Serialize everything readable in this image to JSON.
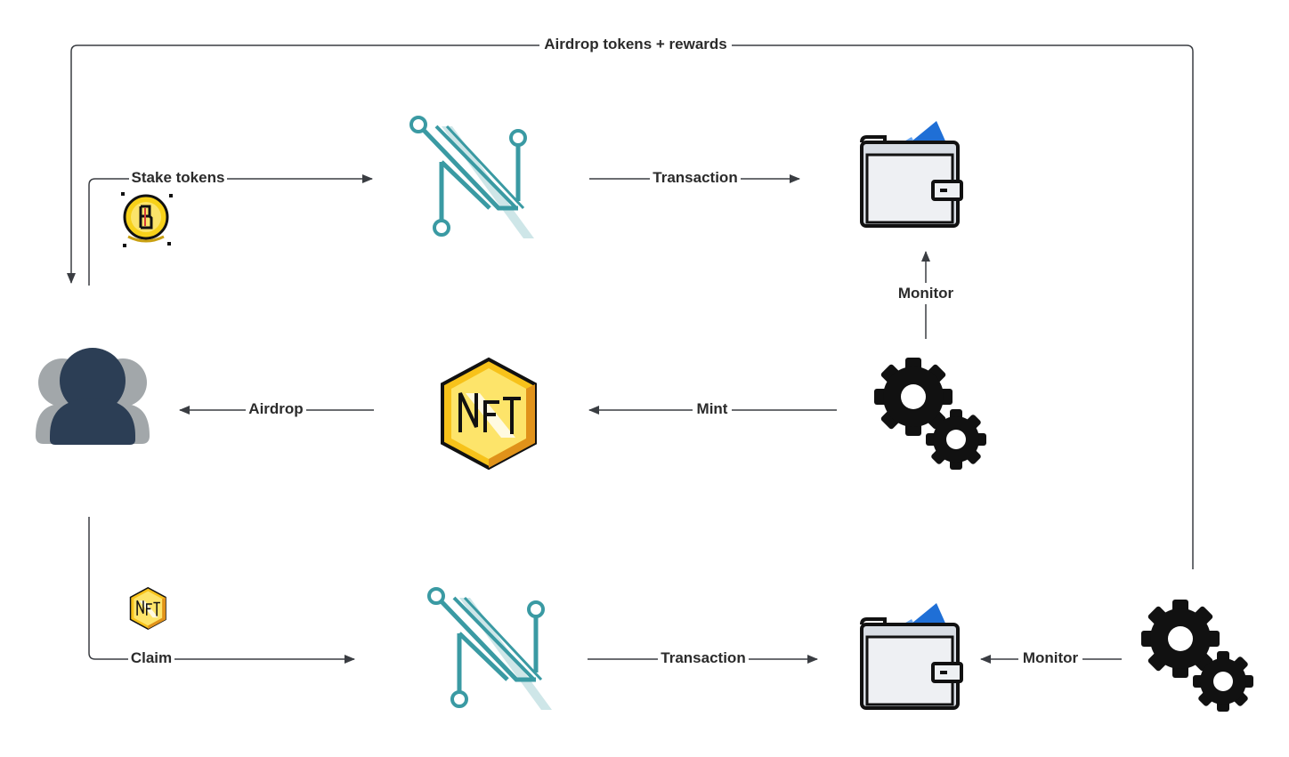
{
  "edges": {
    "airdrop_rewards": "Airdrop tokens + rewards",
    "stake_tokens": "Stake tokens",
    "transaction_top": "Transaction",
    "monitor_top": "Monitor",
    "airdrop": "Airdrop",
    "mint": "Mint",
    "claim": "Claim",
    "transaction_bottom": "Transaction",
    "monitor_bottom": "Monitor"
  },
  "nodes": {
    "user": "user-group-icon",
    "network_top": "n-circuit-logo-icon",
    "network_bottom": "n-circuit-logo-icon",
    "wallet_top": "wallet-icon",
    "wallet_bottom": "wallet-icon",
    "gears_mid": "gears-icon",
    "gears_bottom": "gears-icon",
    "nft": "nft-hexagon-icon",
    "coin": "coin-icon",
    "nft_small": "nft-hexagon-small-icon"
  },
  "colors": {
    "teal": "#3a9aa3",
    "wallet_blue": "#1f6fd6",
    "coin_yellow": "#f7d11a",
    "user_dark": "#2c3e55",
    "user_gray": "#a2a7aa"
  }
}
